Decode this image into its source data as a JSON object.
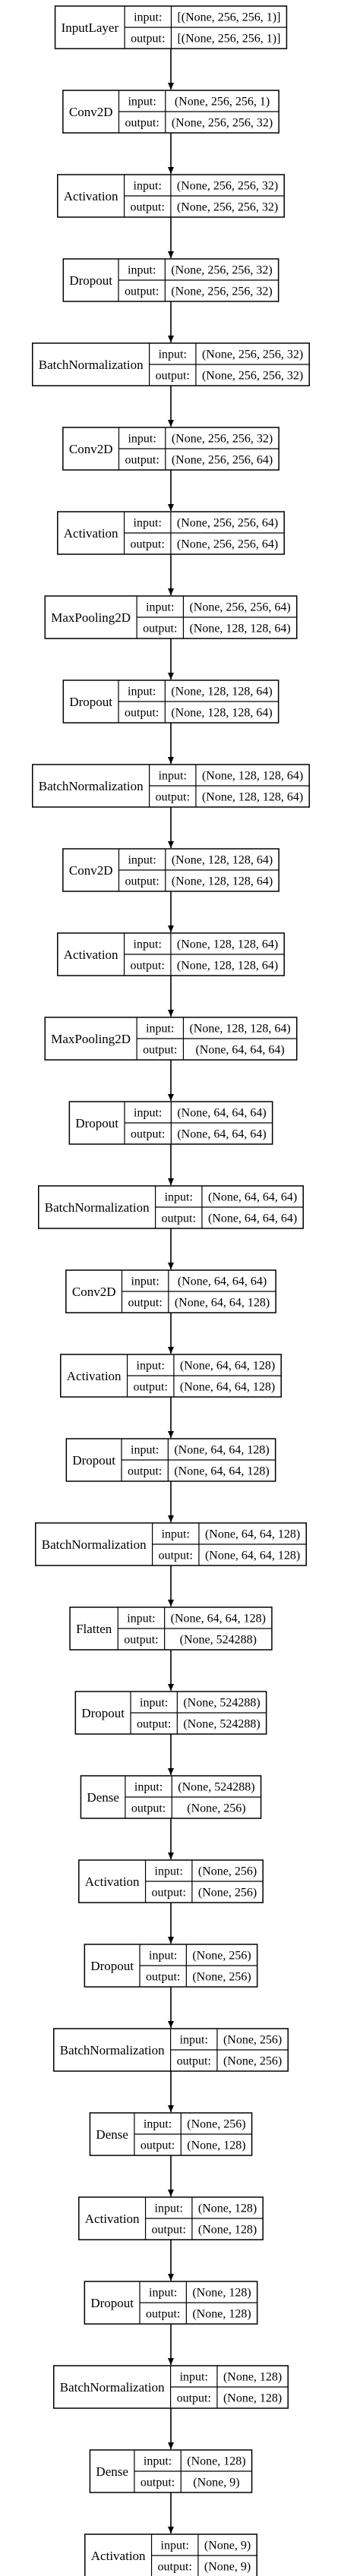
{
  "io_labels": {
    "input": "input:",
    "output": "output:"
  },
  "layers": [
    {
      "name": "InputLayer",
      "input": "[(None, 256, 256, 1)]",
      "output": "[(None, 256, 256, 1)]"
    },
    {
      "name": "Conv2D",
      "input": "(None, 256, 256, 1)",
      "output": "(None, 256, 256, 32)"
    },
    {
      "name": "Activation",
      "input": "(None, 256, 256, 32)",
      "output": "(None, 256, 256, 32)"
    },
    {
      "name": "Dropout",
      "input": "(None, 256, 256, 32)",
      "output": "(None, 256, 256, 32)"
    },
    {
      "name": "BatchNormalization",
      "input": "(None, 256, 256, 32)",
      "output": "(None, 256, 256, 32)"
    },
    {
      "name": "Conv2D",
      "input": "(None, 256, 256, 32)",
      "output": "(None, 256, 256, 64)"
    },
    {
      "name": "Activation",
      "input": "(None, 256, 256, 64)",
      "output": "(None, 256, 256, 64)"
    },
    {
      "name": "MaxPooling2D",
      "input": "(None, 256, 256, 64)",
      "output": "(None, 128, 128, 64)"
    },
    {
      "name": "Dropout",
      "input": "(None, 128, 128, 64)",
      "output": "(None, 128, 128, 64)"
    },
    {
      "name": "BatchNormalization",
      "input": "(None, 128, 128, 64)",
      "output": "(None, 128, 128, 64)"
    },
    {
      "name": "Conv2D",
      "input": "(None, 128, 128, 64)",
      "output": "(None, 128, 128, 64)"
    },
    {
      "name": "Activation",
      "input": "(None, 128, 128, 64)",
      "output": "(None, 128, 128, 64)"
    },
    {
      "name": "MaxPooling2D",
      "input": "(None, 128, 128, 64)",
      "output": "(None, 64, 64, 64)"
    },
    {
      "name": "Dropout",
      "input": "(None, 64, 64, 64)",
      "output": "(None, 64, 64, 64)"
    },
    {
      "name": "BatchNormalization",
      "input": "(None, 64, 64, 64)",
      "output": "(None, 64, 64, 64)"
    },
    {
      "name": "Conv2D",
      "input": "(None, 64, 64, 64)",
      "output": "(None, 64, 64, 128)"
    },
    {
      "name": "Activation",
      "input": "(None, 64, 64, 128)",
      "output": "(None, 64, 64, 128)"
    },
    {
      "name": "Dropout",
      "input": "(None, 64, 64, 128)",
      "output": "(None, 64, 64, 128)"
    },
    {
      "name": "BatchNormalization",
      "input": "(None, 64, 64, 128)",
      "output": "(None, 64, 64, 128)"
    },
    {
      "name": "Flatten",
      "input": "(None, 64, 64, 128)",
      "output": "(None, 524288)"
    },
    {
      "name": "Dropout",
      "input": "(None, 524288)",
      "output": "(None, 524288)"
    },
    {
      "name": "Dense",
      "input": "(None, 524288)",
      "output": "(None, 256)"
    },
    {
      "name": "Activation",
      "input": "(None, 256)",
      "output": "(None, 256)"
    },
    {
      "name": "Dropout",
      "input": "(None, 256)",
      "output": "(None, 256)"
    },
    {
      "name": "BatchNormalization",
      "input": "(None, 256)",
      "output": "(None, 256)"
    },
    {
      "name": "Dense",
      "input": "(None, 256)",
      "output": "(None, 128)"
    },
    {
      "name": "Activation",
      "input": "(None, 128)",
      "output": "(None, 128)"
    },
    {
      "name": "Dropout",
      "input": "(None, 128)",
      "output": "(None, 128)"
    },
    {
      "name": "BatchNormalization",
      "input": "(None, 128)",
      "output": "(None, 128)"
    },
    {
      "name": "Dense",
      "input": "(None, 128)",
      "output": "(None, 9)"
    },
    {
      "name": "Activation",
      "input": "(None, 9)",
      "output": "(None, 9)"
    }
  ]
}
